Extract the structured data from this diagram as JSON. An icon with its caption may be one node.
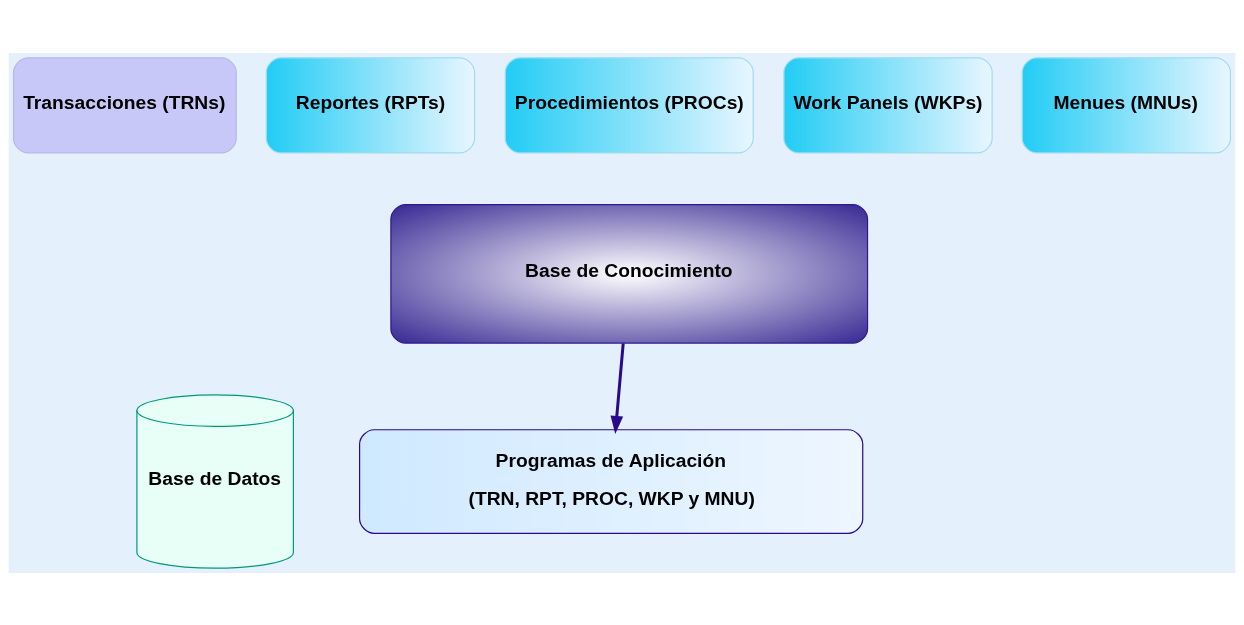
{
  "diagram": {
    "nodes": [
      {
        "text": [
          "Transacciones (TRNs)"
        ]
      },
      {
        "text": [
          "Reportes (RPTs)"
        ]
      },
      {
        "text": [
          "Procedimientos (PROCs)"
        ]
      },
      {
        "text": [
          "Work Panels (WKPs)"
        ]
      },
      {
        "text": [
          "Menues (MNUs)"
        ]
      },
      {
        "text": [
          "Base de Conocimiento"
        ]
      },
      {
        "text": [
          "Base de Datos"
        ]
      },
      {
        "text": [
          "Programas de Aplicación",
          "(TRN, RPT, PROC, WKP y MNU)"
        ]
      }
    ],
    "edges": [
      {
        "from": 5,
        "to": 7,
        "arrow": "to"
      }
    ]
  }
}
